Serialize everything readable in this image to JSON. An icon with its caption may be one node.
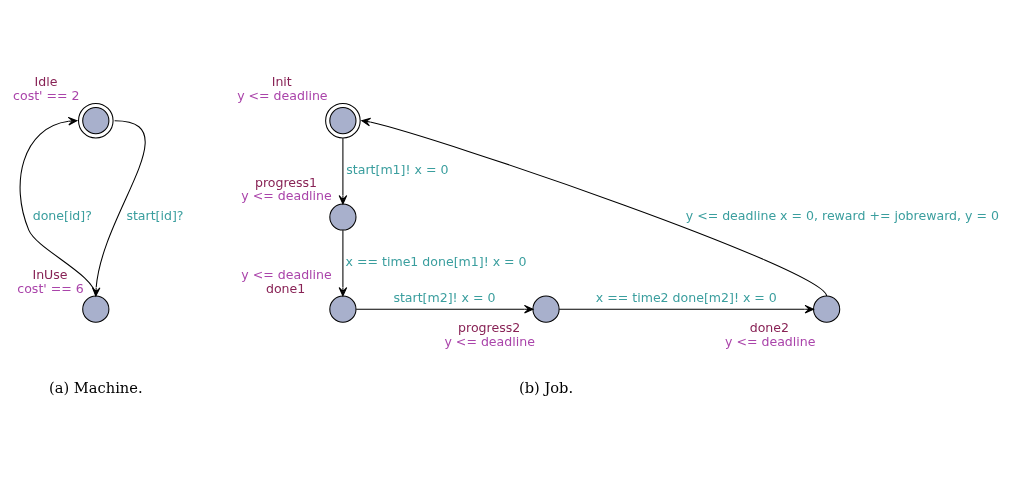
{
  "diagram": {
    "nodes": [
      {
        "text": [],
        "shape": "doublecircle",
        "beside": [
          "Idle",
          "cost' == 2"
        ]
      },
      {
        "text": [],
        "shape": "circle",
        "beside": [
          "InUse",
          "cost' == 6"
        ]
      },
      {
        "text": [],
        "shape": "doublecircle",
        "beside": [
          "Init",
          "y <= deadline"
        ]
      },
      {
        "text": [],
        "shape": "circle",
        "beside": [
          "progress1",
          "y <= deadline"
        ]
      },
      {
        "text": [],
        "shape": "circle",
        "beside": [
          "y <= deadline",
          "done1"
        ]
      },
      {
        "text": [],
        "shape": "circle",
        "beside": [
          "progress2",
          "y <= deadline"
        ]
      },
      {
        "text": [],
        "shape": "circle",
        "beside": [
          "done2",
          "y <= deadline"
        ]
      }
    ],
    "edges": [
      {
        "from": 0,
        "to": 1,
        "arrow": "to",
        "label": "start[id]?"
      },
      {
        "from": 1,
        "to": 0,
        "arrow": "to",
        "label": "done[id]?"
      },
      {
        "from": 2,
        "to": 3,
        "arrow": "to",
        "label": "start[m1]! x = 0"
      },
      {
        "from": 3,
        "to": 4,
        "arrow": "to",
        "label": "x == time1 done[m1]! x = 0"
      },
      {
        "from": 4,
        "to": 5,
        "arrow": "to",
        "label": "start[m2]! x = 0"
      },
      {
        "from": 5,
        "to": 6,
        "arrow": "to",
        "label": "x == time2 done[m2]! x = 0"
      },
      {
        "from": 6,
        "to": 2,
        "arrow": "to",
        "label": "y <= deadline x = 0, reward += jobreward, y = 0"
      }
    ],
    "labels": [
      "(a) Machine.",
      "(b) Job."
    ]
  }
}
